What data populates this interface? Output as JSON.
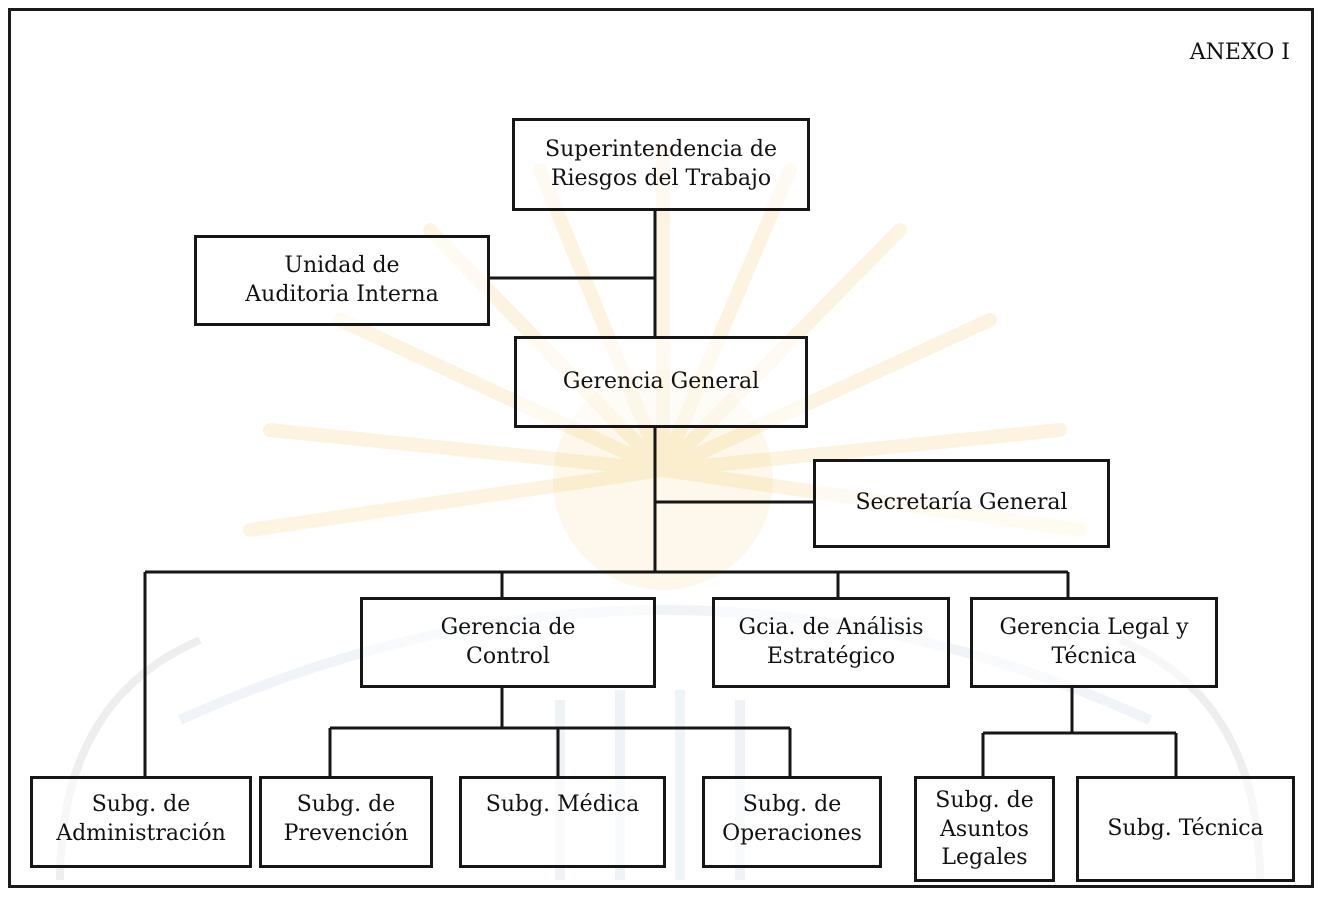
{
  "header": {
    "anexo": "ANEXO I"
  },
  "org_chart": {
    "root": "Superintendencia de\nRiesgos del Trabajo",
    "audit_unit": "Unidad de\nAuditoria Interna",
    "general_management": "Gerencia General",
    "general_secretariat": "Secretaría General",
    "control_management": "Gerencia de\nControl",
    "strategic_analysis": "Gcia. de Análisis\nEstratégico",
    "legal_technical": "Gerencia Legal y\nTécnica",
    "sub_administration": "Subg. de\nAdministración",
    "sub_prevention": "Subg. de\nPrevención",
    "sub_medical": "Subg. Médica",
    "sub_operations": "Subg. de\nOperaciones",
    "sub_legal_affairs": "Subg. de\nAsuntos\nLegales",
    "sub_technical": "Subg. Técnica"
  },
  "colors": {
    "line": "#161616",
    "watermark_sun": "#f2c75a",
    "watermark_blue": "#9fb6d6"
  }
}
